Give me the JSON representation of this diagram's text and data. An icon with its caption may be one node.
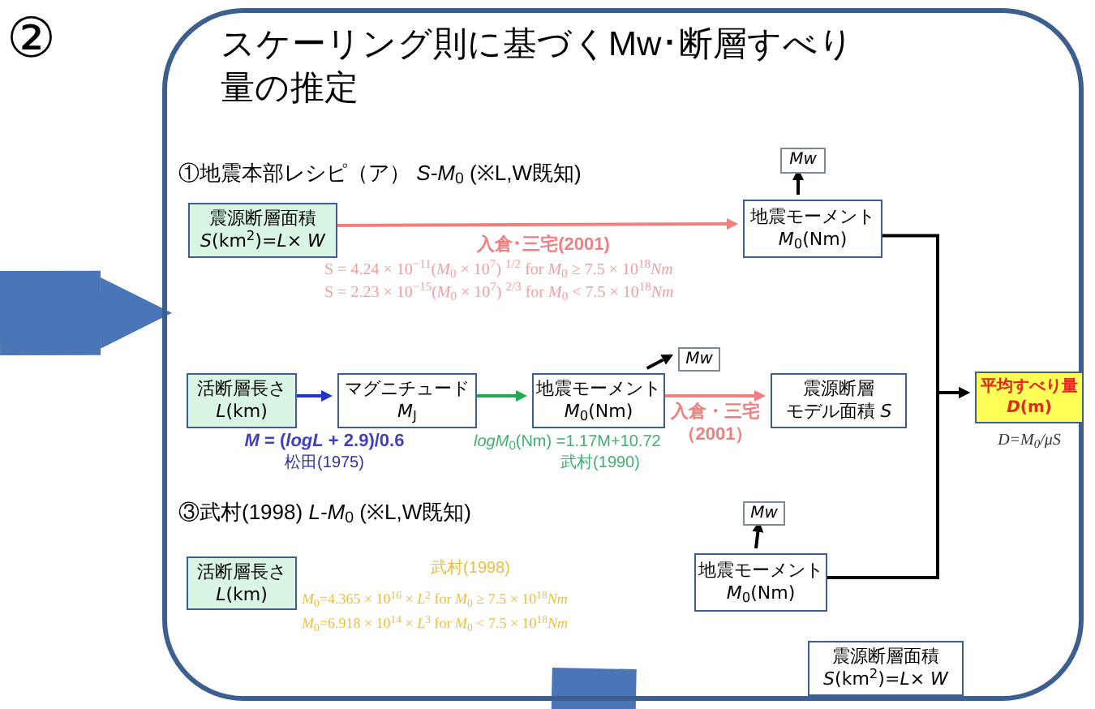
{
  "diagram": {
    "nodes": [
      {
        "text": [
          "スケーリング則に基づくMw･断層すべり量の推定"
        ]
      },
      {
        "text": [
          "震源断層面積",
          "*S*(km$^{2}$)=*L*× *W*"
        ],
        "in": 0
      },
      {
        "text": [
          "*Mw*"
        ],
        "in": 0
      },
      {
        "text": [
          "地震モーメント",
          "*M*$_{0}$(Nm)"
        ],
        "in": 0
      },
      {
        "text": [
          "活断層長さ",
          "*L*(km)"
        ],
        "in": 0
      },
      {
        "text": [
          "マグニチュード",
          "*M*$_{J}$"
        ],
        "in": 0
      },
      {
        "text": [
          "地震モーメント",
          "*M*$_{0}$(Nm)"
        ],
        "in": 0
      },
      {
        "text": [
          "*Mw*"
        ],
        "in": 0
      },
      {
        "text": [
          "震源断層",
          "モデル面積 *S*"
        ],
        "in": 0
      },
      {
        "text": [
          "平均すべり量",
          "*D*(m)"
        ],
        "in": 0,
        "beside": [
          "D=M$_{0}$/μS"
        ]
      },
      {
        "text": [
          "活断層長さ",
          "*L*(km)"
        ],
        "in": 0
      },
      {
        "text": [
          "*Mw*"
        ],
        "in": 0
      },
      {
        "text": [
          "地震モーメント",
          "*M*$_{0}$(Nm)"
        ],
        "in": 0
      },
      {
        "text": [
          "震源断層面積",
          "*S*(km$^{2}$)=*L*× *W*"
        ],
        "in": 0
      }
    ],
    "edges": [
      {
        "from": 1,
        "to": 3,
        "arrow": "to",
        "label": "入倉･三宅(2001)",
        "color": "#f08080"
      },
      {
        "from": 3,
        "to": 2,
        "arrow": "to"
      },
      {
        "from": 3,
        "to": 9,
        "arrow": "to"
      },
      {
        "from": 12,
        "to": 9,
        "arrow": "to"
      },
      {
        "from": 4,
        "to": 5,
        "arrow": "to",
        "color": "#2233cc"
      },
      {
        "from": 5,
        "to": 6,
        "arrow": "to",
        "color": "#22aa55"
      },
      {
        "from": 6,
        "to": 7,
        "arrow": "to"
      },
      {
        "from": 6,
        "to": 8,
        "arrow": "to",
        "label": "入倉・三宅（2001）",
        "color": "#f08080"
      },
      {
        "from": 12,
        "to": 11,
        "arrow": "to"
      },
      {
        "from": null,
        "to": 0,
        "arrow": "to",
        "style": "thick",
        "color": "#4a76b8"
      },
      {
        "from": 0,
        "to": null,
        "arrow": "none",
        "style": "thick",
        "color": "#4a76b8"
      }
    ],
    "labels": [
      "②",
      "①地震本部レシピ（ア） *S-M*$_{0}$ (※L,W既知)",
      "S = 4.24 × 10$^{−11}$(*M*$_{0}$ × 10$^{7}$) $^{1/2}$ for *M*$_{0}$ ≥ 7.5 × 10$^{18}$*Nm*",
      "S = 2.23 × 10$^{−15}$(*M*$_{0}$ × 10$^{7}$) $^{2/3}$ for *M*$_{0}$ < 7.5 × 10$^{18}$*Nm*",
      "*M* = (*logL* + 2.9)/0.6",
      "松田(1975)",
      "*logM*$_{0}$(Nm) =1.17M+10.72",
      "武村(1990)",
      "③武村(1998) *L-M*$_{0}$ (※L,W既知)",
      "武村(1998)",
      "*M*$_{0}$=4.365 × 10$^{16}$ × *L*$^{2}$ for *M*$_{0}$ ≥ 7.5 × 10$^{18}$*Nm*",
      "*M*$_{0}$=6.918 × 10$^{14}$ × *L*$^{3}$ for *M*$_{0}$ < 7.5 × 10$^{18}$*Nm*"
    ]
  }
}
